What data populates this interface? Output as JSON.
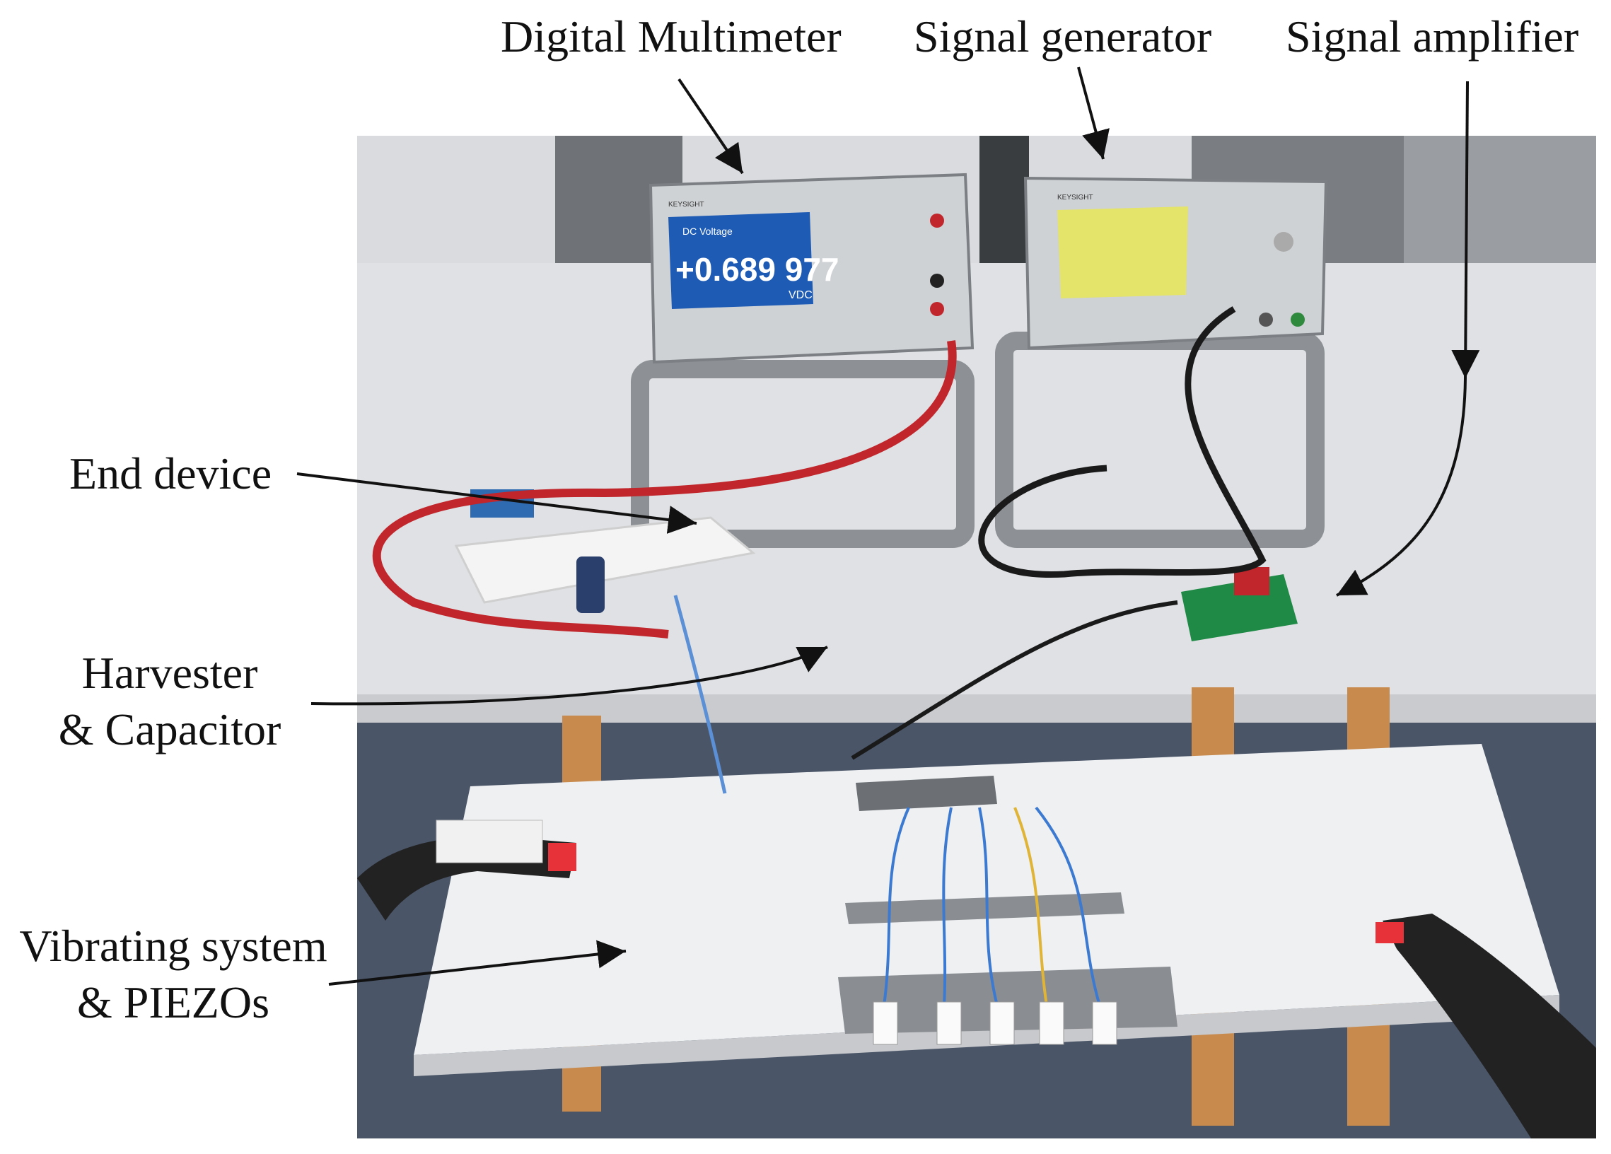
{
  "labels": {
    "multimeter": "Digital Multimeter",
    "generator": "Signal generator",
    "amplifier": "Signal amplifier",
    "end_device": "End device",
    "harvester_line1": "Harvester",
    "harvester_line2": "& Capacitor",
    "vibrating_line1": "Vibrating system",
    "vibrating_line2": "& PIEZOs"
  },
  "multimeter_screen": {
    "brand": "KEYSIGHT",
    "mode": "DC Voltage",
    "reading": "+0.689 977",
    "unit": "VDC"
  },
  "generator_screen": {
    "brand": "KEYSIGHT"
  },
  "colors": {
    "table": "#dfe1e4",
    "wood": "#c98a4e",
    "red_cable": "#c0262b",
    "black_cable": "#1a1a1a",
    "screen_blue": "#1e5bb5",
    "screen_yellow": "#e4e36a",
    "pcb_green": "#1f8a46"
  }
}
